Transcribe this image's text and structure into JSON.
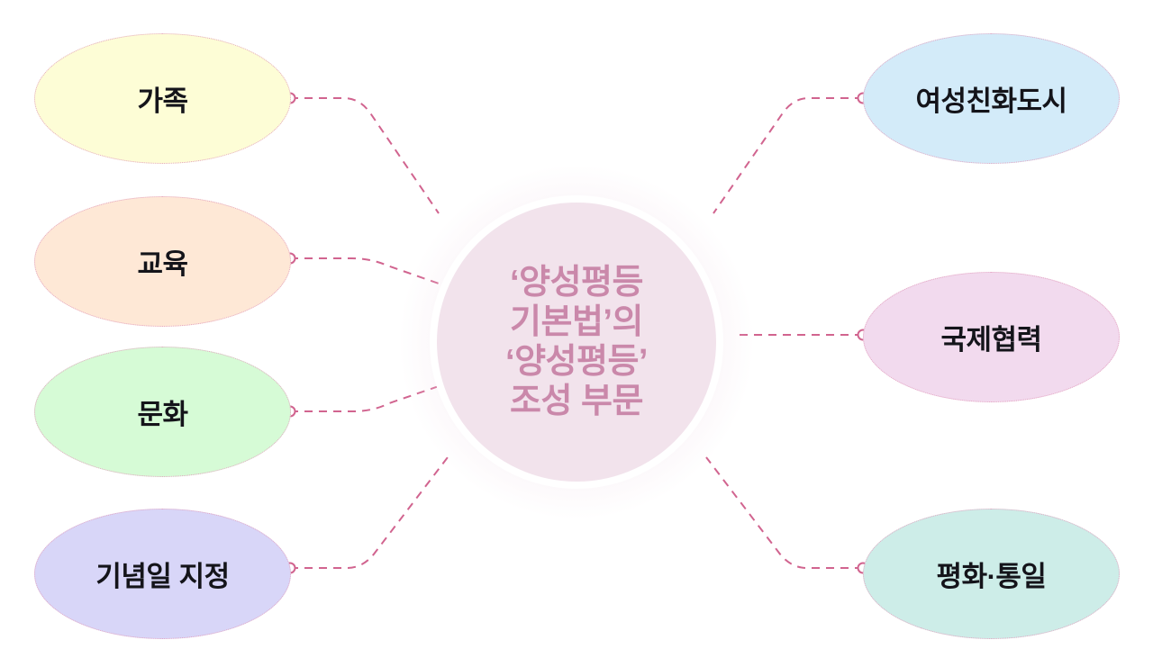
{
  "diagram": {
    "type": "mind-map",
    "center": {
      "label": "‘양성평등\n기본법’의\n‘양성평등’\n조성 부문",
      "fill_color": "#f2e3ec",
      "text_color": "#ca88aa",
      "ring_color": "#ffffff"
    },
    "connector_color": "#d1648f",
    "left_nodes": [
      {
        "label": "가족",
        "fill_color": "#fdfdd6"
      },
      {
        "label": "교육",
        "fill_color": "#fee8d6"
      },
      {
        "label": "문화",
        "fill_color": "#d6fbd6"
      },
      {
        "label": "기념일 지정",
        "fill_color": "#d8d6f8"
      }
    ],
    "right_nodes": [
      {
        "label": "여성친화도시",
        "fill_color": "#d3ebf9"
      },
      {
        "label": "국제협력",
        "fill_color": "#f2daee"
      },
      {
        "label": "평화·통일",
        "fill_color": "#cdede8"
      }
    ]
  }
}
